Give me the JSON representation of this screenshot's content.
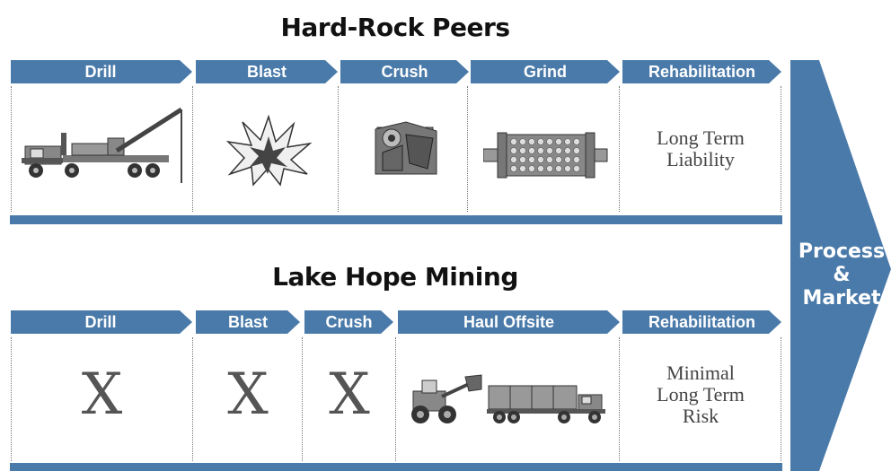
{
  "top": {
    "title": "Hard-Rock Peers",
    "steps": [
      "Drill",
      "Blast",
      "Crush",
      "Grind",
      "Rehabilitation"
    ],
    "rehab_text": [
      "Long Term",
      "Liability"
    ]
  },
  "bottom": {
    "title": "Lake Hope Mining",
    "steps": [
      "Drill",
      "Blast",
      "Crush",
      "Haul Offsite",
      "Rehabilitation"
    ],
    "x_marks": [
      "X",
      "X",
      "X"
    ],
    "rehab_text": [
      "Minimal",
      "Long Term",
      "Risk"
    ]
  },
  "process": {
    "label_line1": "Process",
    "label_line2": "& Market"
  },
  "colors": {
    "accent": "#4a7aa9"
  },
  "icons": [
    "drill-truck-icon",
    "explosion-icon",
    "crusher-icon",
    "grinding-mill-icon",
    "loader-truck-icon"
  ]
}
